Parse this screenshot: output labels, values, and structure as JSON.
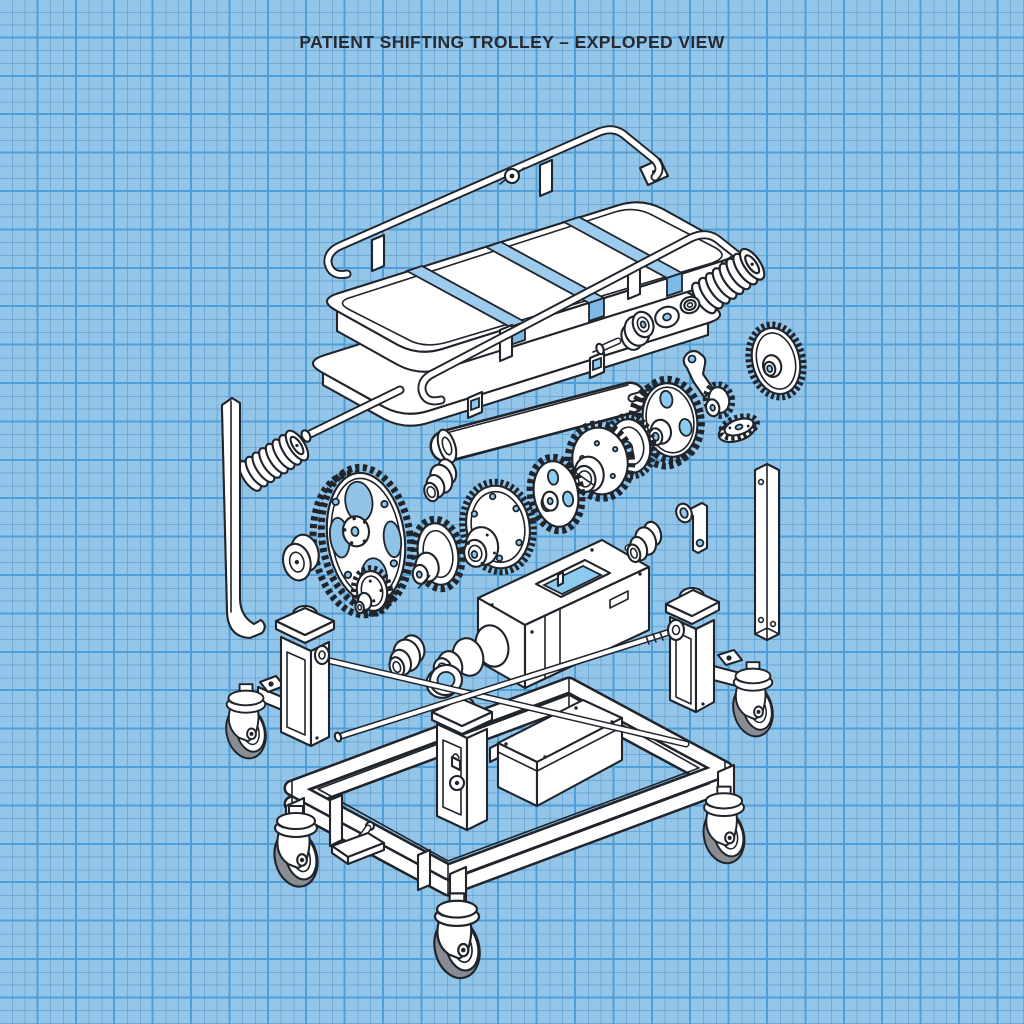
{
  "title": "PATIENT SHIFTING TROLLEY – EXPLOPED VIEW",
  "palette": {
    "paper": "#93c5e9",
    "grid_major": "#4f9ed8",
    "ink": "#20242b",
    "part_white": "#ffffff",
    "accent_blue": "#8ccaf0",
    "strap_blue": "#9ccbee",
    "strap_dark": "#7db9e6",
    "cutout_blue": "#8fc3e8",
    "tire_grey": "#878d93",
    "title_color": "#262a31"
  },
  "diagram": {
    "type": "exploded-view technical illustration",
    "style": "isometric line art on blue graph paper",
    "parts": [
      "mattress-with-straps",
      "mattress-base-board",
      "side-rail-far",
      "side-rail-near",
      "mounting-bolt",
      "support-rod",
      "main-roller",
      "coil-spring-left",
      "coil-spring-right",
      "shaft-stub",
      "small-bushing",
      "washer",
      "lock-nut",
      "grab-bar-left",
      "support-bar-right",
      "pulley-wheel",
      "large-spoked-gear",
      "pinion-with-shaft",
      "hub-gear",
      "stepped-bushing",
      "flanged-gear",
      "oval-hole-gear",
      "slotted-boss-gear",
      "ring-gear",
      "drilled-gear",
      "lever-pawl",
      "small-pinion",
      "flat-sprocket",
      "disc-gear",
      "gear-motor",
      "shaft-coupling",
      "mounting-bracket",
      "bushing",
      "bearing-ring",
      "base-frame",
      "battery-box",
      "lock-post",
      "brake-pedal",
      "cross-rod-lower",
      "cross-rod-upper",
      "lift-post-left",
      "lift-post-right",
      "caster-left-post",
      "caster-right-post",
      "caster-front-corner",
      "caster-bottom-corner",
      "caster-right-corner"
    ]
  }
}
